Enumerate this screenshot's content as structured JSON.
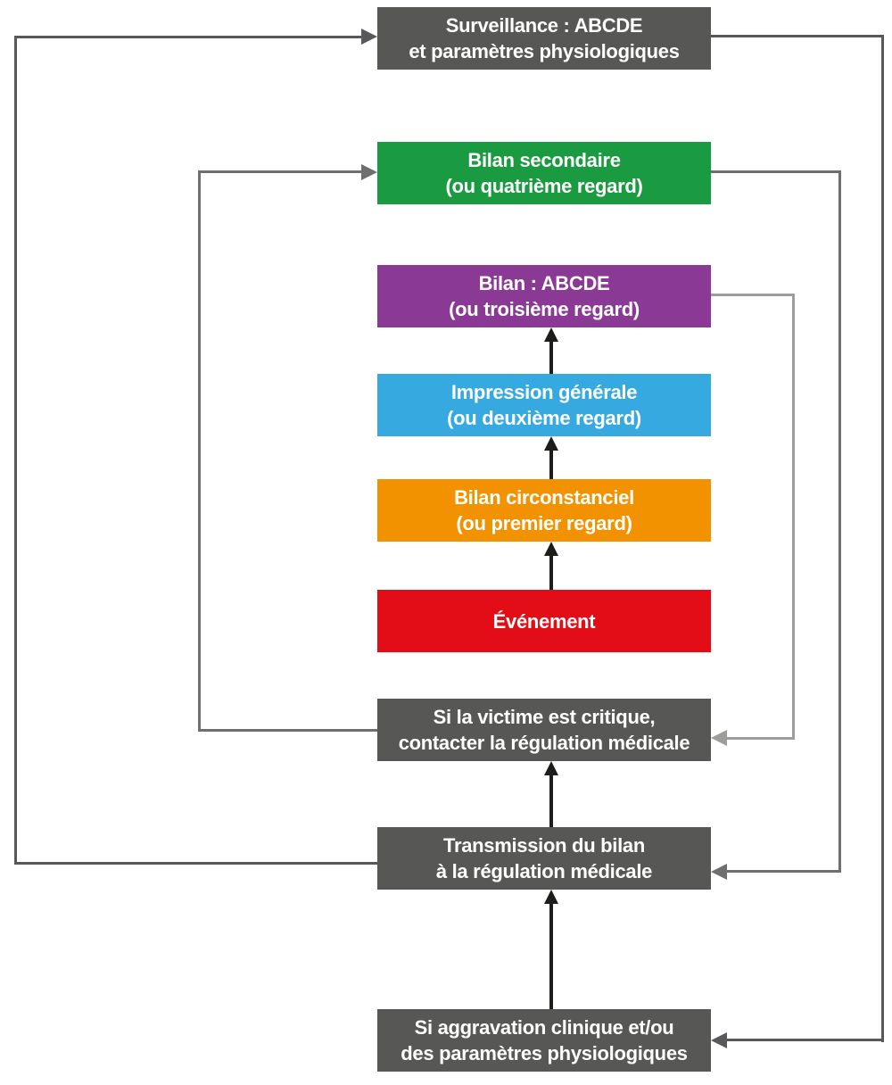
{
  "diagram": {
    "background": "#ffffff",
    "text_color": "#ffffff",
    "black_arrow_color": "#1d1d1b",
    "boxes": [
      {
        "name": "surveillance",
        "lines": [
          "Surveillance : ABCDE",
          "et paramètres physiologiques"
        ],
        "color": "#575756"
      },
      {
        "name": "bilan-secondaire",
        "lines": [
          "Bilan secondaire",
          "(ou quatrième regard)"
        ],
        "color": "#1a9b41"
      },
      {
        "name": "bilan-abcde",
        "lines": [
          "Bilan : ABCDE",
          "(ou troisième regard)"
        ],
        "color": "#8a3a95"
      },
      {
        "name": "impression-generale",
        "lines": [
          "Impression générale",
          "(ou deuxième regard)"
        ],
        "color": "#36a9e1"
      },
      {
        "name": "bilan-circonstanciel",
        "lines": [
          "Bilan circonstanciel",
          "(ou premier regard)"
        ],
        "color": "#f39200"
      },
      {
        "name": "evenement",
        "lines": [
          "Événement"
        ],
        "color": "#e30d17"
      },
      {
        "name": "victime-critique",
        "lines": [
          "Si la victime est critique,",
          "contacter la régulation médicale"
        ],
        "color": "#575756"
      },
      {
        "name": "transmission-bilan",
        "lines": [
          "Transmission du bilan",
          "à la régulation médicale"
        ],
        "color": "#575756"
      },
      {
        "name": "aggravation",
        "lines": [
          "Si aggravation clinique et/ou",
          "des paramètres physiologiques"
        ],
        "color": "#575756"
      }
    ],
    "connectors": [
      {
        "from": "evenement",
        "to": "bilan-circonstanciel",
        "style": "black-up-arrow",
        "color": "#1d1d1b"
      },
      {
        "from": "bilan-circonstanciel",
        "to": "impression-generale",
        "style": "black-up-arrow",
        "color": "#1d1d1b"
      },
      {
        "from": "impression-generale",
        "to": "bilan-abcde",
        "style": "black-up-arrow",
        "color": "#1d1d1b"
      },
      {
        "from": "aggravation",
        "to": "transmission-bilan",
        "style": "black-up-arrow",
        "color": "#1d1d1b"
      },
      {
        "from": "transmission-bilan",
        "to": "victime-critique",
        "style": "black-up-arrow",
        "color": "#1d1d1b"
      },
      {
        "from": "transmission-bilan",
        "to": "surveillance",
        "style": "gray-loop-left-outer",
        "color": "#58585a"
      },
      {
        "from": "victime-critique",
        "to": "bilan-secondaire",
        "style": "gray-loop-left-inner",
        "color": "#706f6f"
      },
      {
        "from": "bilan-abcde",
        "to": "victime-critique",
        "style": "gray-loop-right-inner",
        "color": "#9d9d9c"
      },
      {
        "from": "bilan-secondaire",
        "to": "transmission-bilan",
        "style": "gray-loop-right-middle",
        "color": "#706f6f"
      },
      {
        "from": "surveillance",
        "to": "aggravation",
        "style": "gray-loop-right-outer",
        "color": "#58585a"
      }
    ]
  }
}
